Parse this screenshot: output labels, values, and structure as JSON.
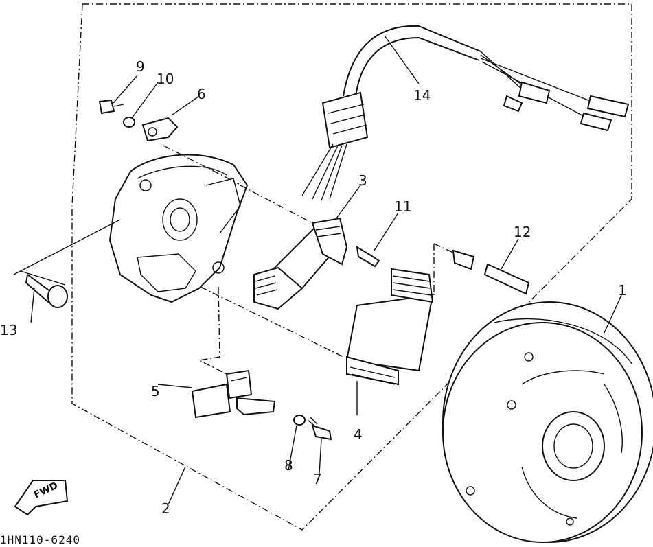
{
  "diagram": {
    "callouts": {
      "c1": "1",
      "c2": "2",
      "c3": "3",
      "c4": "4",
      "c5": "5",
      "c6": "6",
      "c7": "7",
      "c8": "8",
      "c9": "9",
      "c10": "10",
      "c11": "11",
      "c12": "12",
      "c13": "13",
      "c14": "14"
    },
    "direction_badge": "FWD",
    "drawing_code": "1HN110-6240"
  }
}
